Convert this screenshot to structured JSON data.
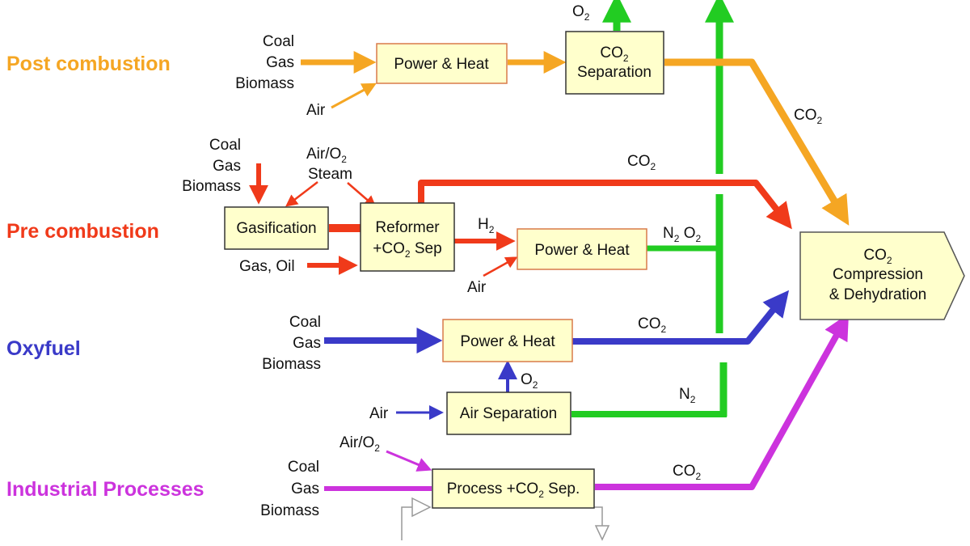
{
  "categories": {
    "post": "Post combustion",
    "pre": "Pre combustion",
    "oxy": "Oxyfuel",
    "industrial": "Industrial Processes"
  },
  "fuels": {
    "coal": "Coal",
    "gas": "Gas",
    "biomass": "Biomass"
  },
  "boxes": {
    "power_heat": "Power & Heat",
    "separation_co2": "CO",
    "separation_sub": "2",
    "separation_label": "Separation",
    "gasification": "Gasification",
    "reformer": "Reformer",
    "reformer_co2": "+CO",
    "reformer_sub": "2",
    "reformer_sep": " Sep",
    "air_separation": "Air Separation",
    "process": "Process +CO",
    "process_sub": "2",
    "process_sep": " Sep.",
    "compression_co2": "CO",
    "compression_sub": "2",
    "compression": "Compression",
    "dehydration": "& Dehydration"
  },
  "labels": {
    "air": "Air",
    "air_o2": "Air/O",
    "steam": "Steam",
    "gas_oil": "Gas, Oil",
    "co2": "CO",
    "h2": "H",
    "o2": "O",
    "n2": "N",
    "n2o2_n": "N",
    "n2o2_o": " O",
    "sub2": "2"
  },
  "colors": {
    "post": "#f5a623",
    "pre": "#f03a1a",
    "oxy": "#3a3ac8",
    "industrial": "#cc33dd",
    "green": "#22cc22",
    "box_fill": "#ffffcc",
    "box_stroke": "#d97a4a"
  }
}
